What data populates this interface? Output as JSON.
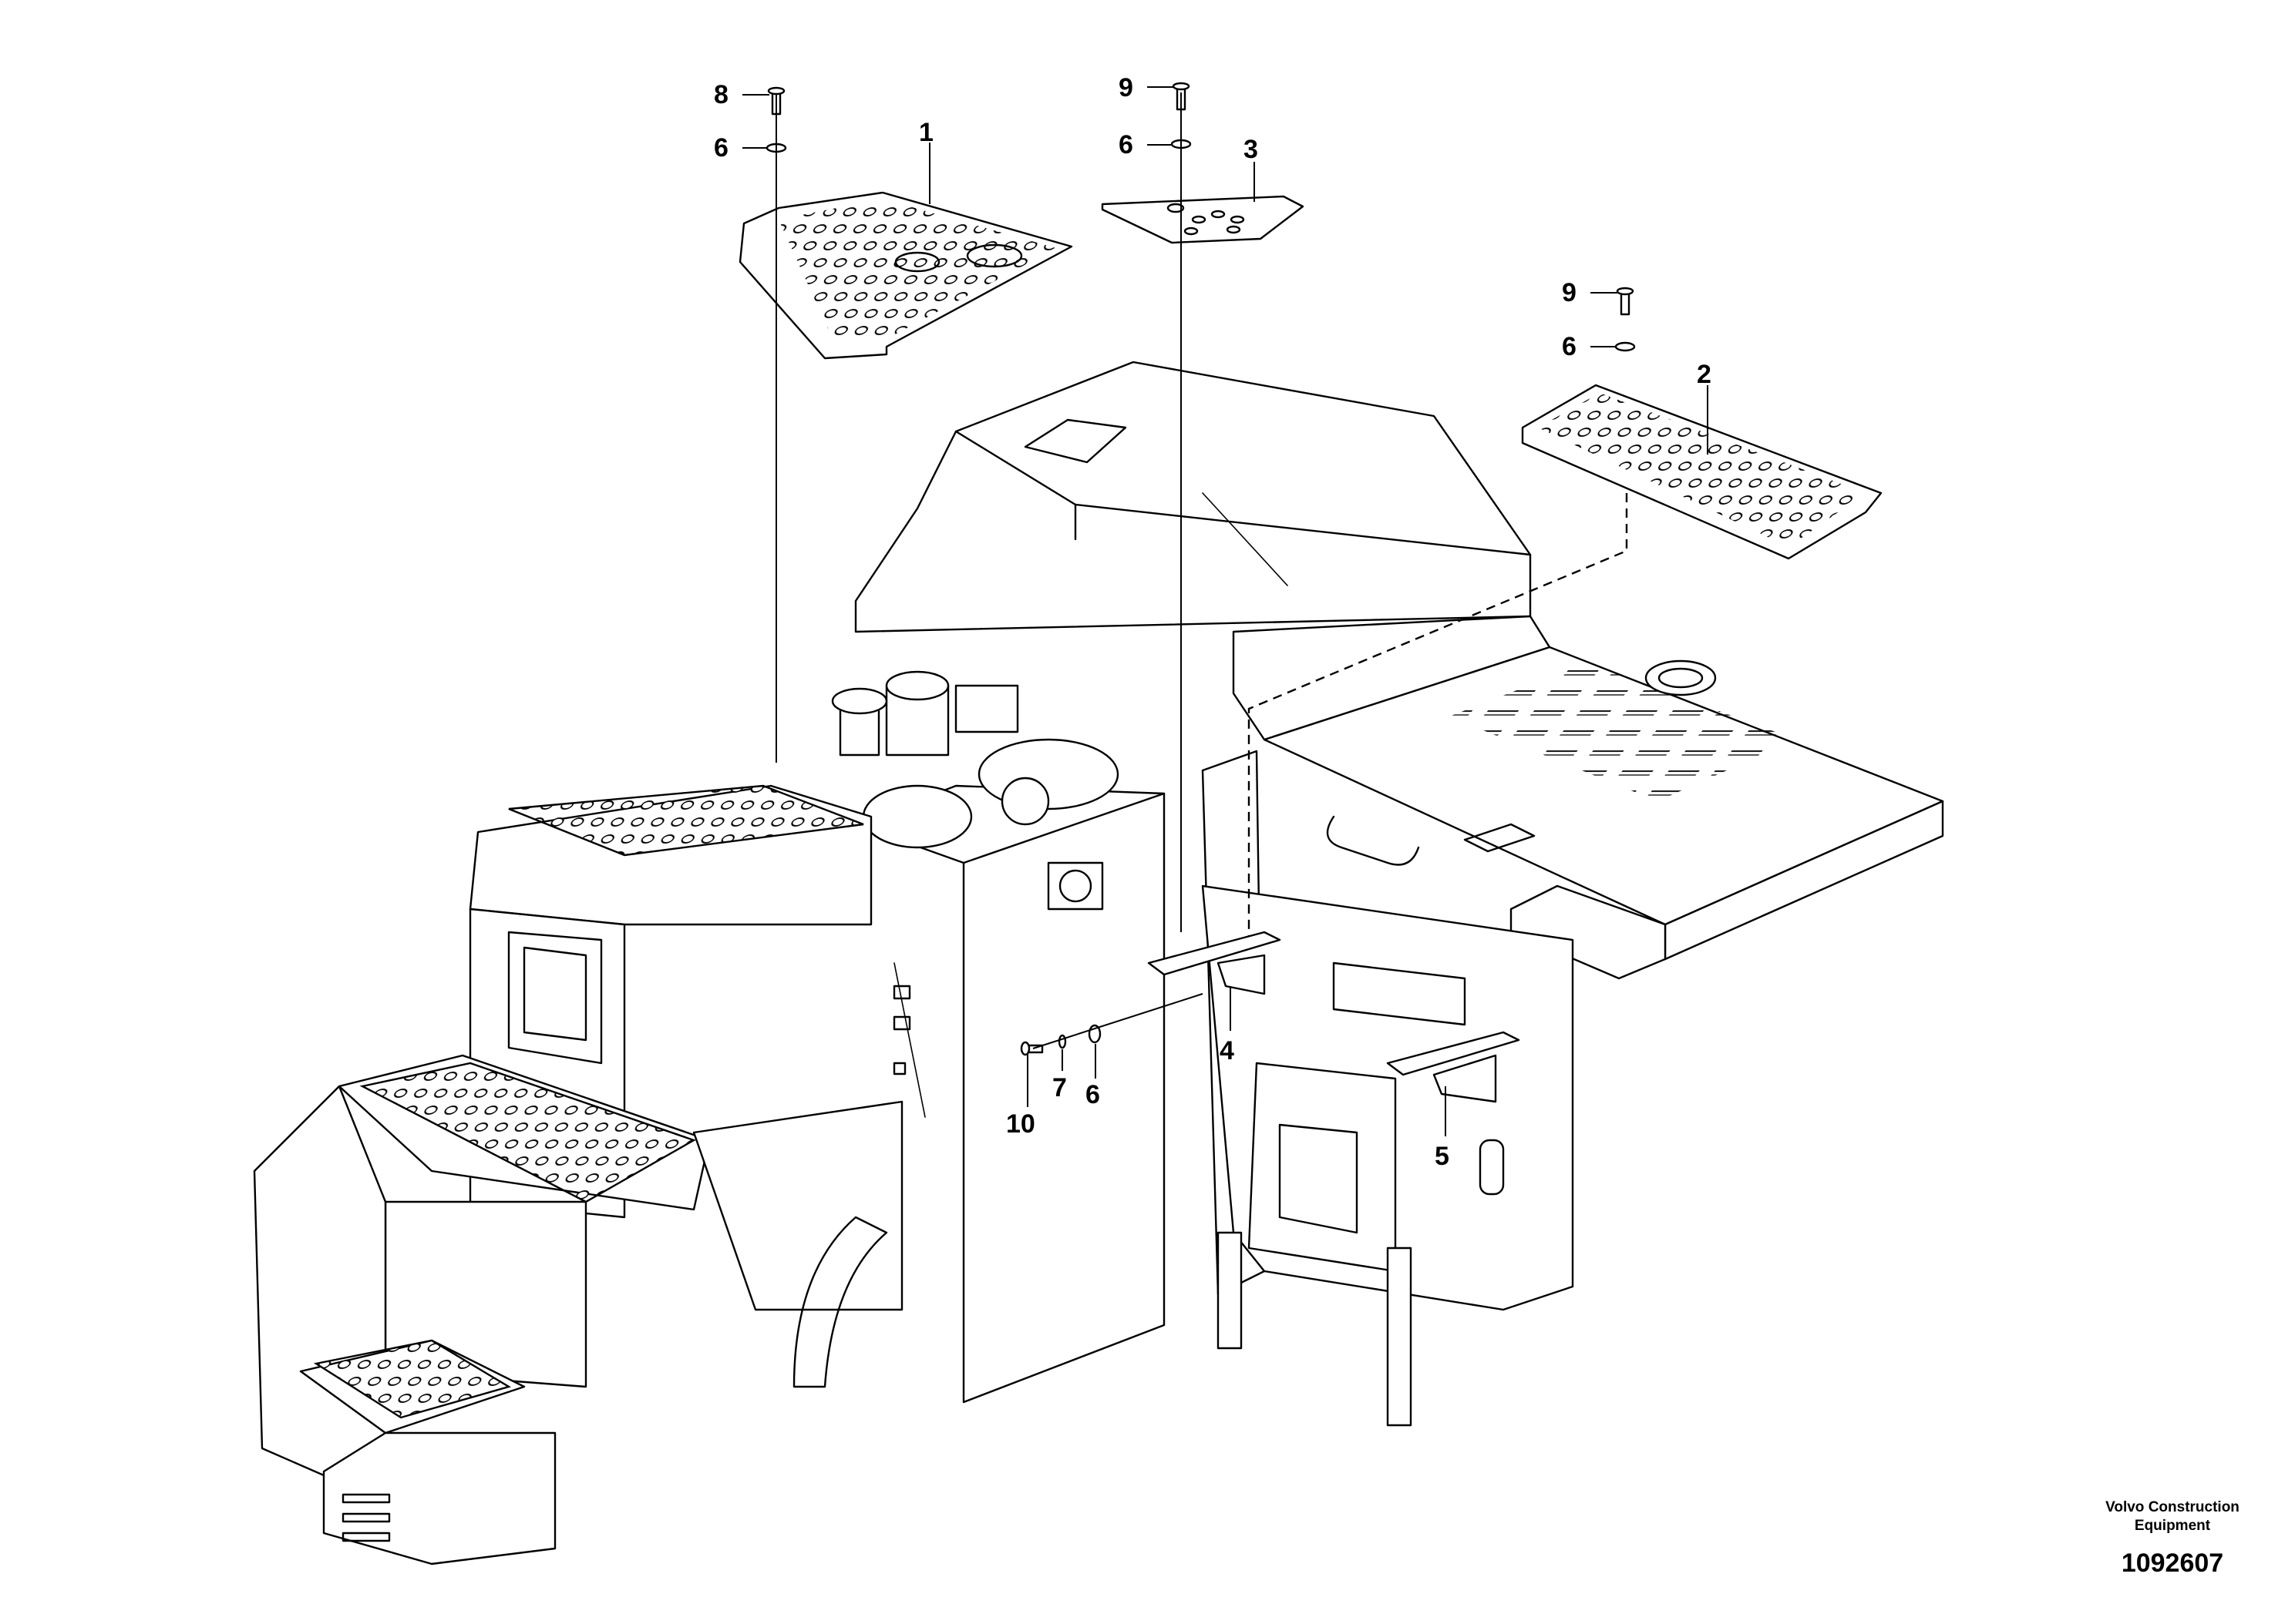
{
  "drawing": {
    "callouts": [
      {
        "label": "1"
      },
      {
        "label": "2"
      },
      {
        "label": "3"
      },
      {
        "label": "4"
      },
      {
        "label": "5"
      },
      {
        "label": "6"
      },
      {
        "label": "6"
      },
      {
        "label": "6"
      },
      {
        "label": "6"
      },
      {
        "label": "7"
      },
      {
        "label": "8"
      },
      {
        "label": "9"
      },
      {
        "label": "9"
      },
      {
        "label": "10"
      }
    ]
  },
  "footer": {
    "brand_line1": "Volvo Construction",
    "brand_line2": "Equipment",
    "doc_number": "1092607"
  }
}
